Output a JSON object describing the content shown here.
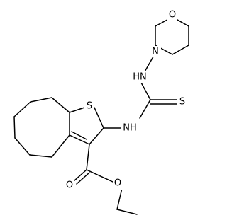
{
  "molecule": {
    "atoms": {
      "O_morpholine": "O",
      "N_morpholine": "N",
      "HN_hydrazine": "HN",
      "S_thione": "S",
      "NH_thiourea": "NH",
      "S_thiophene": "S",
      "O_carbonyl": "O",
      "O_ester": "O"
    }
  },
  "colors": {
    "bond": "#000000",
    "background": "#ffffff"
  }
}
